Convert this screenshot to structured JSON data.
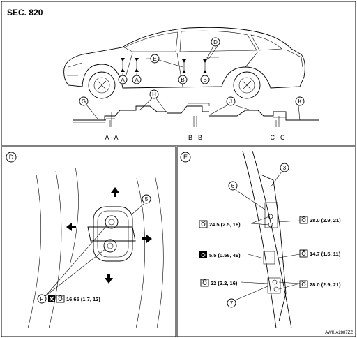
{
  "header": {
    "section": "SEC. 820"
  },
  "top_view": {
    "callouts": [
      "A",
      "A",
      "B",
      "B",
      "D",
      "E",
      "G",
      "H",
      "J",
      "K"
    ],
    "sections": [
      "A - A",
      "B - B",
      "C - C"
    ]
  },
  "panel_d": {
    "label": "D",
    "part_no": "5",
    "fastener_code": "F",
    "torque": "16.65 (1.7, 12)"
  },
  "panel_e": {
    "label": "E",
    "parts": [
      "3",
      "6",
      "7"
    ],
    "torques": [
      "24.5 (2.5, 18)",
      "28.0 (2.9, 21)",
      "5.5 (0.56, 49)",
      "14.7 (1.5, 11)",
      "22 (2.2, 16)",
      "28.0 (2.9, 21)"
    ]
  },
  "footer": {
    "code": "AWKIA2887ZZ"
  },
  "icons": [
    "torque-wrench-icon",
    "do-not-reuse-icon",
    "direction-arrow-icon"
  ]
}
